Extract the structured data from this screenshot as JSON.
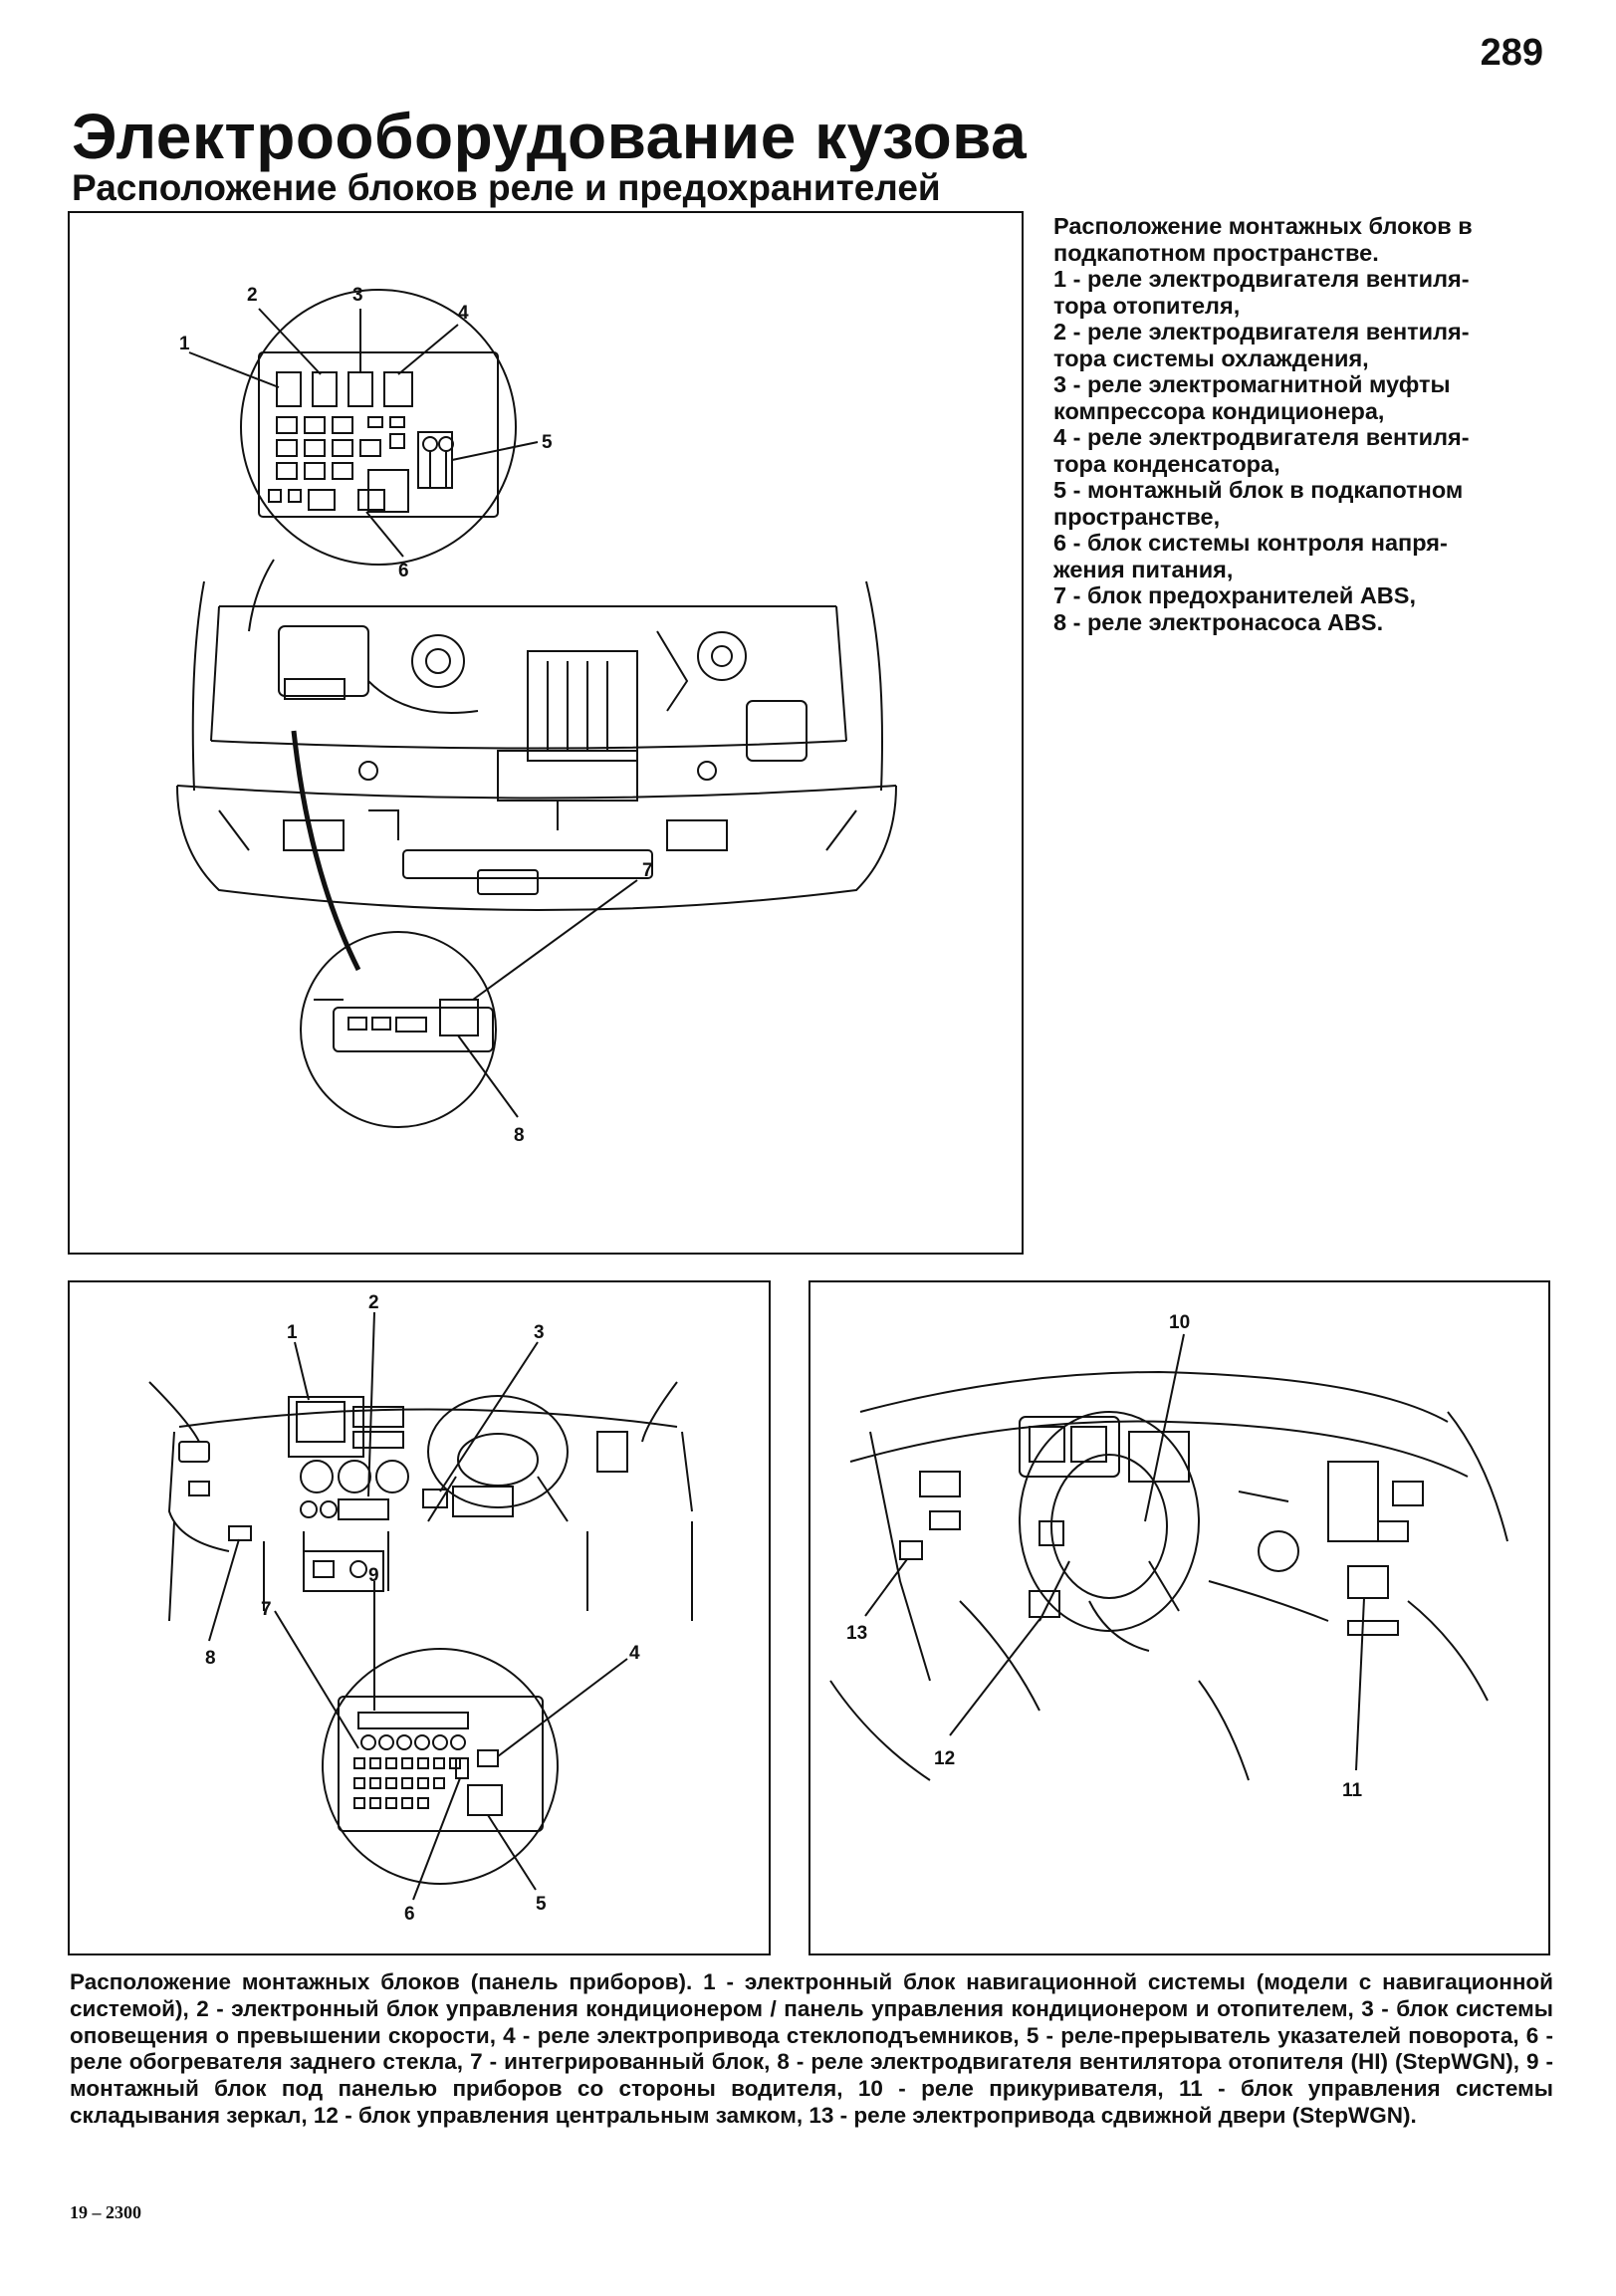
{
  "page": {
    "number": "289",
    "title": "Электрооборудование кузова",
    "subtitle": "Расположение блоков реле и предохранителей",
    "footer_code": "19 – 2300"
  },
  "engine_figure": {
    "callouts": [
      "1",
      "2",
      "3",
      "4",
      "5",
      "6",
      "7",
      "8"
    ]
  },
  "engine_legend": {
    "lines": [
      "Расположение монтажных блоков в",
      "подкапотном пространстве.",
      "1 - реле электродвигателя вентиля-",
      "тора отопителя,",
      "2 - реле электродвигателя вентиля-",
      "тора системы охлаждения,",
      "3 - реле электромагнитной муфты",
      "компрессора кондиционера,",
      "4 - реле электродвигателя вентиля-",
      "тора конденсатора,",
      "5 - монтажный блок в подкапотном",
      "пространстве,",
      "6 - блок системы контроля напря-",
      "жения питания,",
      "7 - блок предохранителей ABS,",
      "8 - реле электронасоса ABS."
    ]
  },
  "dash_left_figure": {
    "callouts": [
      "1",
      "2",
      "3",
      "4",
      "5",
      "6",
      "7",
      "8",
      "9"
    ]
  },
  "dash_right_figure": {
    "callouts": [
      "10",
      "11",
      "12",
      "13"
    ]
  },
  "dash_caption": {
    "text": "Расположение монтажных блоков (панель приборов). 1 - электронный блок навигационной системы (модели с навигационной системой), 2 - электронный блок управления кондиционером / панель управления кондиционером и отопителем, 3 - блок системы оповещения о превышении скорости, 4 - реле электропривода стеклоподъемников, 5 - реле-прерыватель указателей поворота, 6 - реле обогревателя заднего стекла, 7 - интегрированный блок, 8 - реле электродвигателя вентилятора отопителя (HI) (StepWGN), 9 - монтажный блок под панелью приборов со стороны водителя, 10 - реле прикуривателя, 11 - блок управления системы складывания зеркал, 12 - блок управления центральным замком, 13 - реле электропривода сдвижной двери (StepWGN)."
  }
}
